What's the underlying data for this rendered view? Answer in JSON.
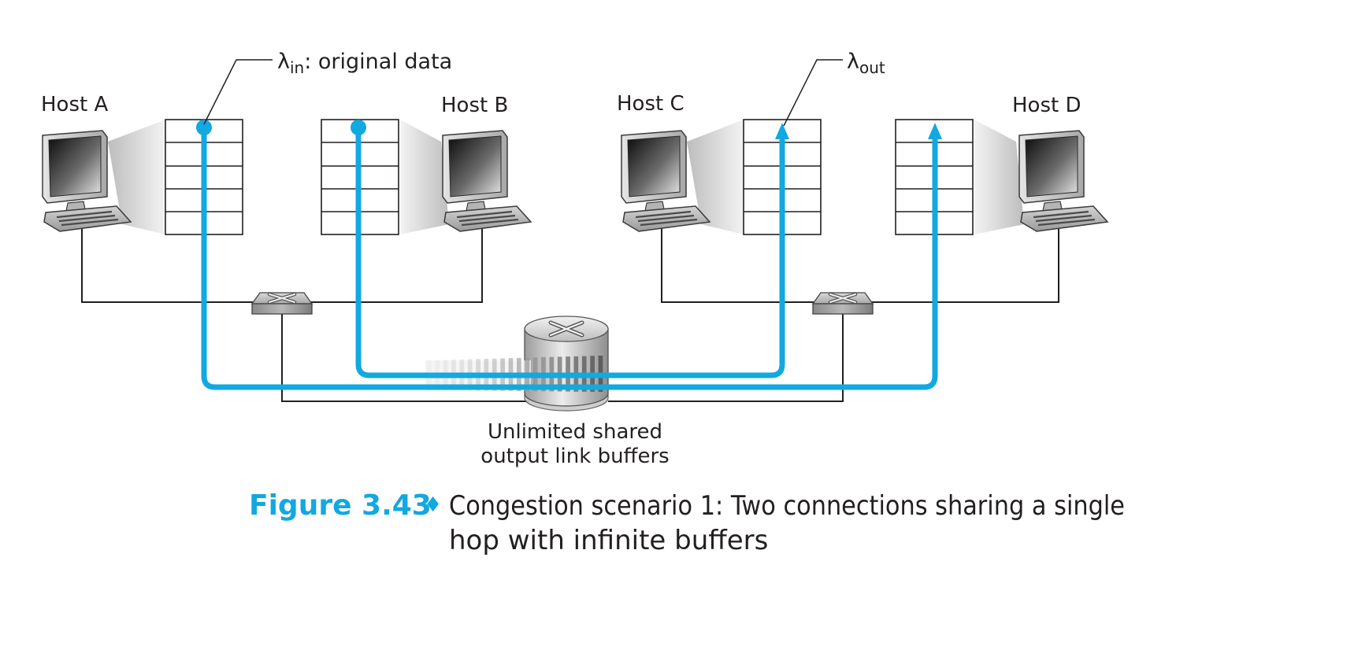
{
  "hosts": {
    "a": "Host A",
    "b": "Host B",
    "c": "Host C",
    "d": "Host D"
  },
  "annotations": {
    "lambda_in_symbol": "λ",
    "lambda_in_sub": "in",
    "lambda_in_text": ": original data",
    "lambda_out_symbol": "λ",
    "lambda_out_sub": "out"
  },
  "router_label": {
    "line1": "Unlimited shared",
    "line2": "output link buffers"
  },
  "caption": {
    "figure": "Figure 3.43",
    "separator": "♦",
    "line1": "Congestion scenario 1: Two connections sharing a single",
    "line2": "hop with infinite buffers"
  },
  "colors": {
    "flow": "#12a8e0",
    "wire": "#231f20",
    "caption_accent": "#12a8e0"
  }
}
